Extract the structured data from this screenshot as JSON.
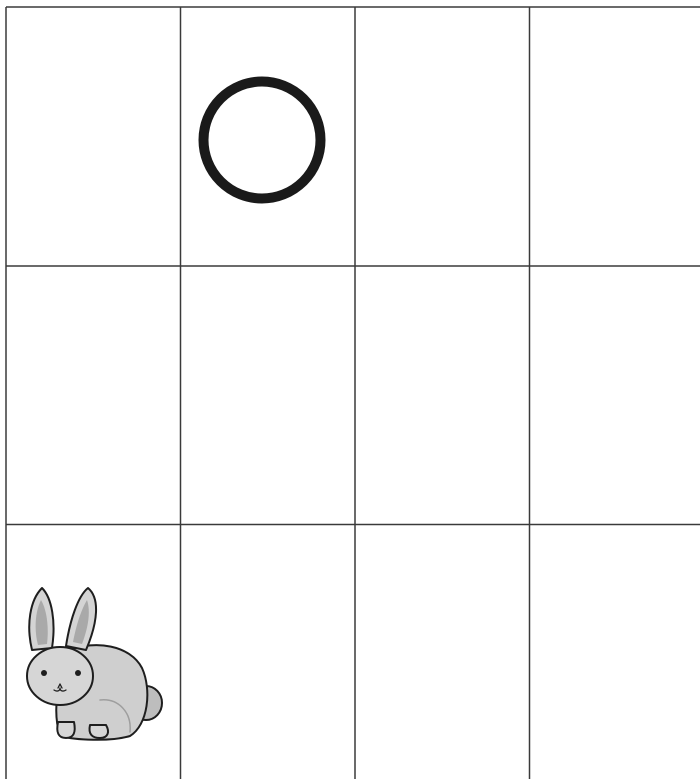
{
  "board": {
    "rows": 3,
    "cols": 4,
    "line_color": "#3a3a3a",
    "background": "#ffffff"
  },
  "pieces": [
    {
      "name": "goal-ring-icon",
      "kind": "ring",
      "row": 0,
      "col": 1,
      "color": "#1a1a1a"
    },
    {
      "name": "rabbit-icon",
      "kind": "rabbit",
      "row": 2,
      "col": 0,
      "color": "#c8c8c8"
    }
  ]
}
